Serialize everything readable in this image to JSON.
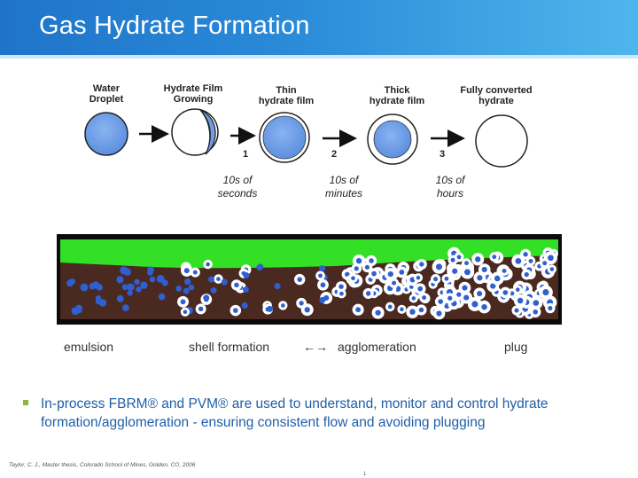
{
  "title": "Gas Hydrate Formation",
  "stages": [
    {
      "label": "Water\nDroplet"
    },
    {
      "label": "Hydrate Film\nGrowing"
    },
    {
      "label": "Thin\nhydrate film"
    },
    {
      "label": "Thick\nhydrate film"
    },
    {
      "label": "Fully converted\nhydrate"
    }
  ],
  "steps": [
    {
      "number": "1",
      "time": "10s of\nseconds"
    },
    {
      "number": "2",
      "time": "10s of\nminutes"
    },
    {
      "number": "3",
      "time": "10s of\nhours"
    }
  ],
  "pipe_labels": {
    "emulsion": "emulsion",
    "shell_formation": "shell formation",
    "arrow": "←→",
    "agglomeration": "agglomeration",
    "plug": "plug"
  },
  "bullet": "In-process FBRM® and PVM® are used to understand, monitor and control hydrate formation/agglomeration - ensuring consistent flow and avoiding plugging",
  "citation": "Taylor, C. J., Master thesis, Colorado School of Mines, Golden, CO, 2006",
  "page_number": "1",
  "colors": {
    "title_bar": "#2a8ad8",
    "droplet": "#6f9ee6",
    "gas_layer": "#33e026",
    "liquid": "#4a2a20",
    "bullet_text": "#1f5fa8",
    "bullet_mark": "#8ab83a"
  }
}
